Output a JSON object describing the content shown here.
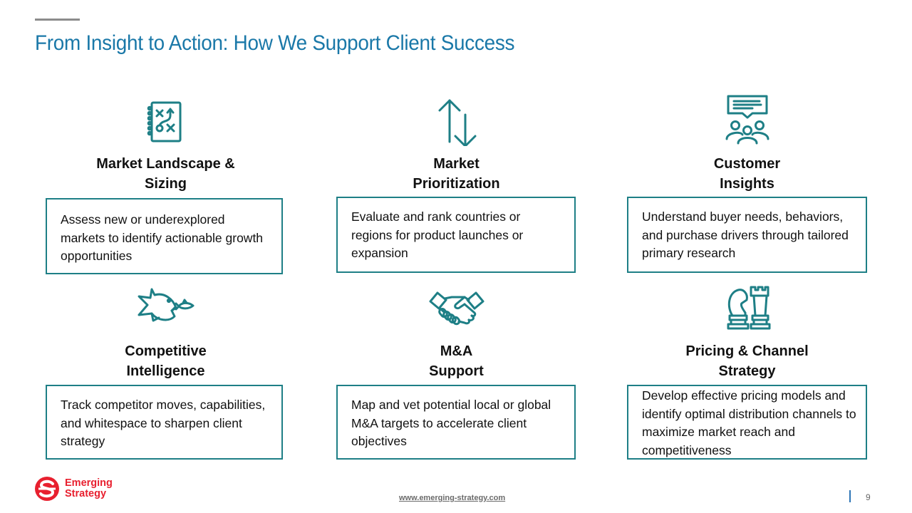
{
  "header": {
    "title": "From Insight to Action: How We Support Client Success"
  },
  "colors": {
    "title": "#1a78a8",
    "accent_teal": "#1e7f86",
    "brand_red": "#e8202f"
  },
  "services": [
    {
      "icon": "strategy-playbook-icon",
      "heading": [
        "Market Landscape &",
        "Sizing"
      ],
      "description": "Assess new or underexplored markets to identify actionable growth opportunities"
    },
    {
      "icon": "up-down-arrows-icon",
      "heading": [
        "Market",
        "Prioritization"
      ],
      "description": "Evaluate and rank countries or regions for product launches or expansion"
    },
    {
      "icon": "audience-speech-icon",
      "heading": [
        "Customer",
        "Insights"
      ],
      "description": "Understand buyer needs, behaviors, and purchase drivers through tailored primary research"
    },
    {
      "icon": "big-fish-small-fish-icon",
      "heading": [
        "Competitive",
        "Intelligence"
      ],
      "description": "Track competitor moves, capabilities, and whitespace to sharpen client strategy"
    },
    {
      "icon": "handshake-icon",
      "heading": [
        "M&A",
        "Support"
      ],
      "description": "Map and vet potential local or global M&A targets to accelerate client objectives"
    },
    {
      "icon": "chess-pieces-icon",
      "heading": [
        "Pricing & Channel",
        "Strategy"
      ],
      "description": "Develop effective pricing models and identify optimal distribution channels to maximize market reach and competitiveness"
    }
  ],
  "footer": {
    "logo_line1": "Emerging",
    "logo_line2": "Strategy",
    "website": "www.emerging-strategy.com",
    "page_number": "9"
  }
}
